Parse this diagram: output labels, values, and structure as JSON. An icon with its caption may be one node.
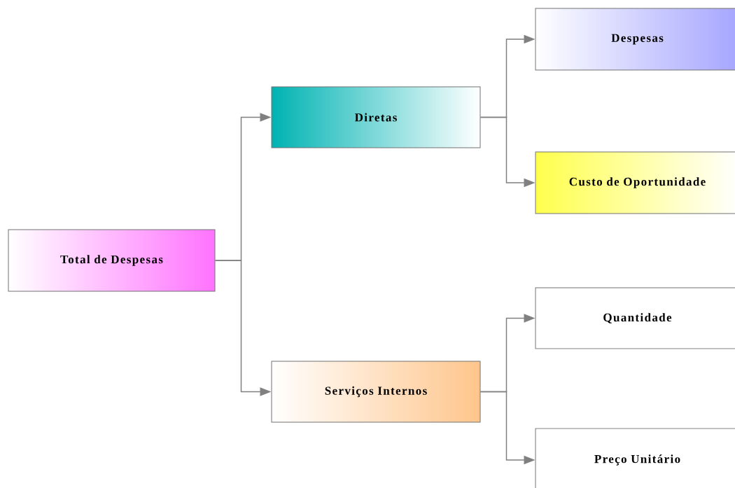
{
  "diagram": {
    "nodes": [
      {
        "text": [
          "Total de Despesas"
        ]
      },
      {
        "text": [
          "Diretas"
        ]
      },
      {
        "text": [
          "Despesas"
        ]
      },
      {
        "text": [
          "Custo de Oportunidade"
        ]
      },
      {
        "text": [
          "Serviços Internos"
        ]
      },
      {
        "text": [
          "Quantidade"
        ]
      },
      {
        "text": [
          "Preço Unitário"
        ]
      }
    ],
    "edges": [
      {
        "from": 0,
        "to": 1,
        "arrow": "to"
      },
      {
        "from": 0,
        "to": 4,
        "arrow": "to"
      },
      {
        "from": 1,
        "to": 2,
        "arrow": "to"
      },
      {
        "from": 1,
        "to": 3,
        "arrow": "to"
      },
      {
        "from": 4,
        "to": 5,
        "arrow": "to"
      },
      {
        "from": 4,
        "to": 6,
        "arrow": "to"
      }
    ]
  }
}
